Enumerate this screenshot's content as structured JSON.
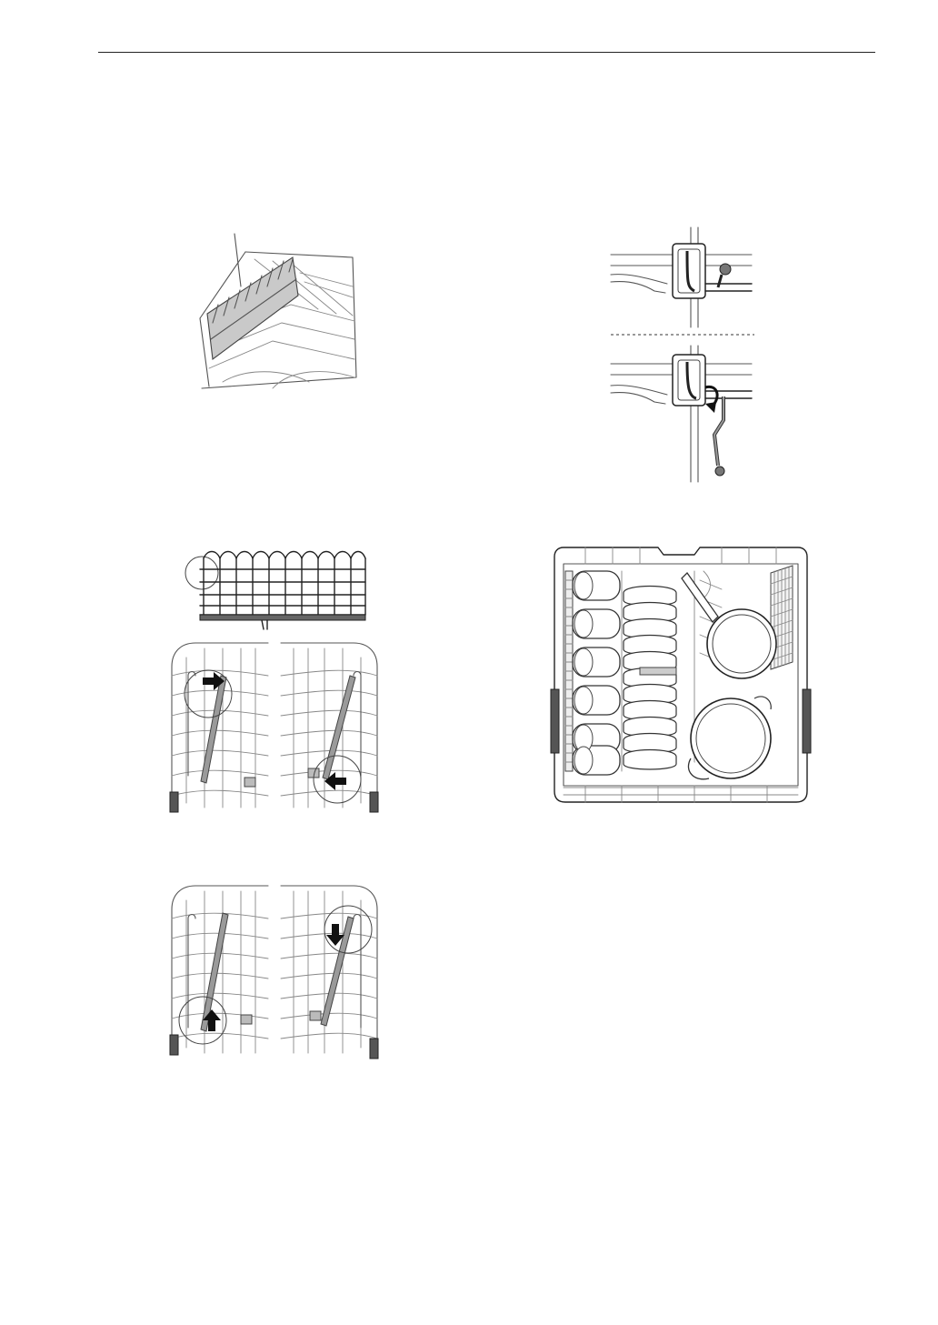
{
  "page": {
    "figures": [
      {
        "name": "upper-rack-tine-row"
      },
      {
        "name": "rack-clip-latch"
      },
      {
        "name": "tine-row-side-view"
      },
      {
        "name": "tine-rod-fold-position-a"
      },
      {
        "name": "tine-rod-fold-position-b"
      },
      {
        "name": "loaded-rack-top-view"
      }
    ],
    "colors": {
      "ink": "#222222",
      "rod": "#9a9a9a",
      "grip": "#555555"
    }
  }
}
